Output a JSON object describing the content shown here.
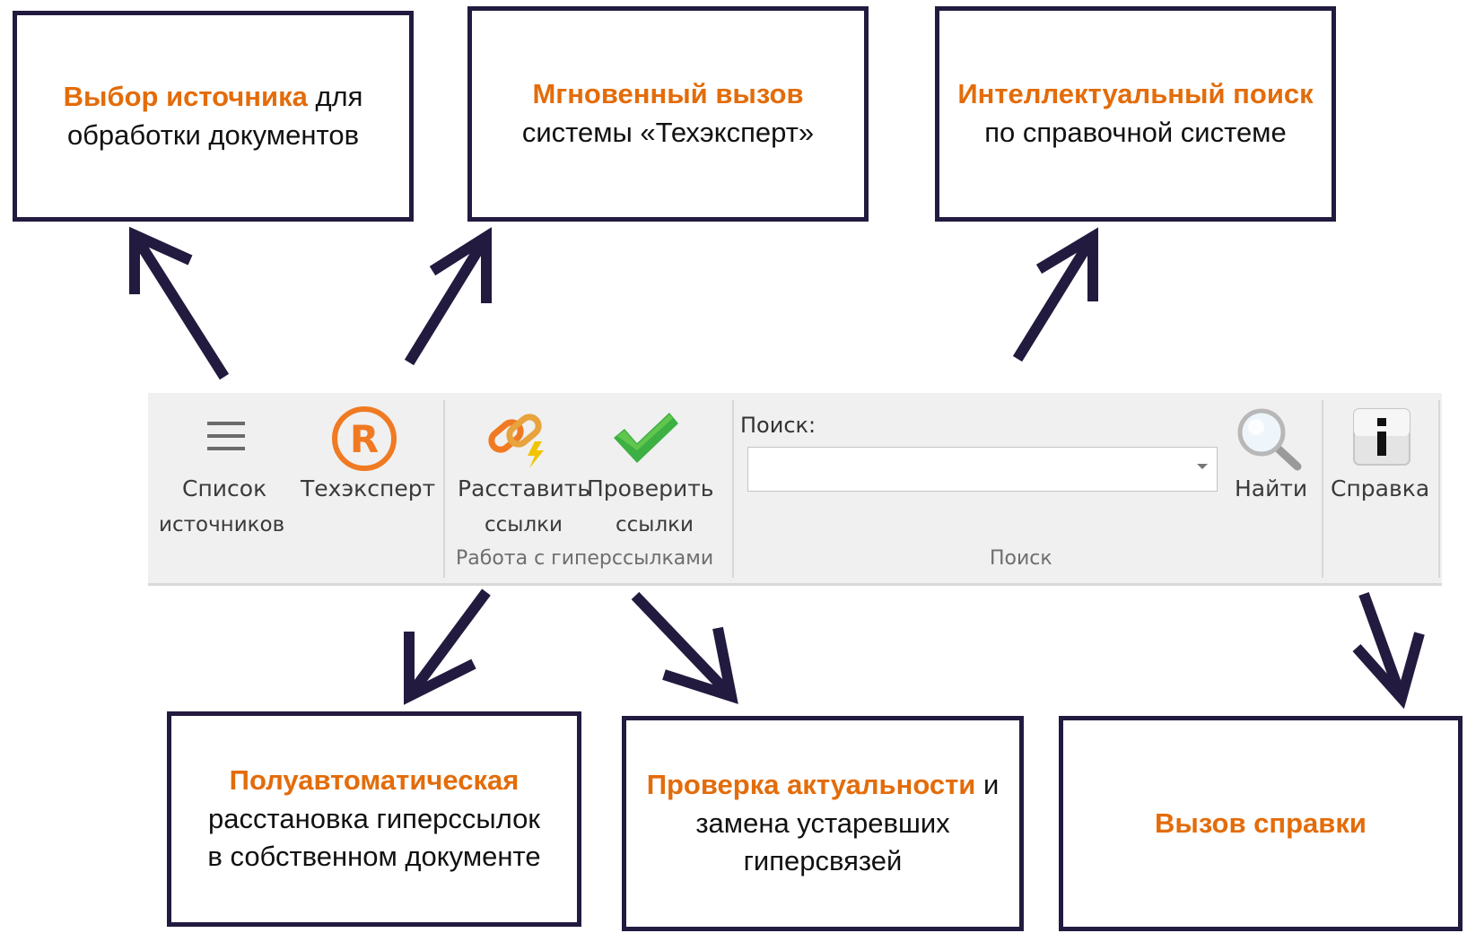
{
  "callouts": {
    "sources": {
      "accent": "Выбор источника",
      "rest1": " для",
      "line2": "обработки документов"
    },
    "techexpert": {
      "accent": "Мгновенный вызов",
      "line2": "системы «Техэксперт»"
    },
    "search": {
      "accent": "Интеллектуальный поиск",
      "line2": "по справочной системе"
    },
    "links": {
      "accent": "Полуавтоматическая",
      "line2": "расстановка гиперссылок",
      "line3": "в собственном документе"
    },
    "check": {
      "accent": "Проверка актуальности",
      "rest1": " и",
      "line2": "замена устаревших",
      "line3": "гиперсвязей"
    },
    "help": {
      "accent": "Вызов справки"
    }
  },
  "ribbon": {
    "sources_button": {
      "line1": "Список",
      "line2": "источников"
    },
    "techexpert_button": {
      "label": "Техэксперт"
    },
    "place_links_button": {
      "line1": "Расставить",
      "line2": "ссылки"
    },
    "check_links_button": {
      "line1": "Проверить",
      "line2": "ссылки"
    },
    "hyperlinks_group_label": "Работа с гиперссылками",
    "search_label": "Поиск:",
    "search_value": "",
    "find_button": {
      "label": "Найти"
    },
    "search_group_label": "Поиск",
    "help_button": {
      "label": "Справка"
    }
  },
  "colors": {
    "accent": "#e36c0a",
    "frame": "#231a3f",
    "arrow": "#231a3f",
    "ribbon_bg": "#f0f0f0",
    "check_green": "#3cb043",
    "techexpert_orange": "#f07a22"
  }
}
